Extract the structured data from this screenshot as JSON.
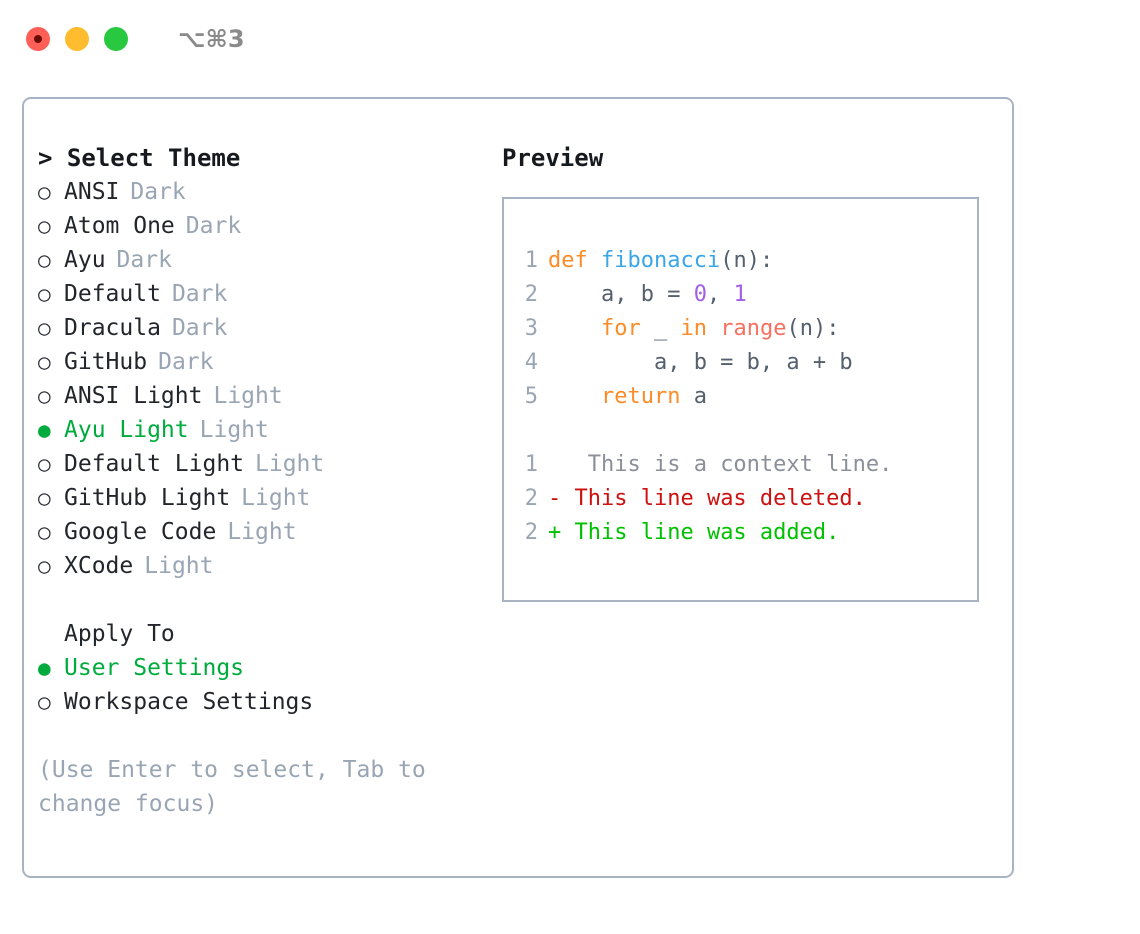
{
  "titlebar": {
    "shortcut": "⌥⌘3",
    "lights": [
      {
        "name": "close",
        "color": "#fe5f57"
      },
      {
        "name": "minimize",
        "color": "#febc2e"
      },
      {
        "name": "zoom",
        "color": "#28c840"
      }
    ]
  },
  "theme_panel": {
    "header": "> Select Theme",
    "selected_marker": "●",
    "unselected_marker": "○",
    "accent_color": "#00ab3d",
    "items": [
      {
        "marker": "○",
        "name": "ANSI",
        "kind": "Dark",
        "selected": false
      },
      {
        "marker": "○",
        "name": "Atom One",
        "kind": "Dark",
        "selected": false
      },
      {
        "marker": "○",
        "name": "Ayu",
        "kind": "Dark",
        "selected": false
      },
      {
        "marker": "○",
        "name": "Default",
        "kind": "Dark",
        "selected": false
      },
      {
        "marker": "○",
        "name": "Dracula",
        "kind": "Dark",
        "selected": false
      },
      {
        "marker": "○",
        "name": "GitHub",
        "kind": "Dark",
        "selected": false
      },
      {
        "marker": "○",
        "name": "ANSI Light",
        "kind": "Light",
        "selected": false
      },
      {
        "marker": "●",
        "name": "Ayu Light",
        "kind": "Light",
        "selected": true
      },
      {
        "marker": "○",
        "name": "Default Light",
        "kind": "Light",
        "selected": false
      },
      {
        "marker": "○",
        "name": "GitHub Light",
        "kind": "Light",
        "selected": false
      },
      {
        "marker": "○",
        "name": "Google Code",
        "kind": "Light",
        "selected": false
      },
      {
        "marker": "○",
        "name": "XCode",
        "kind": "Light",
        "selected": false
      }
    ]
  },
  "apply_to": {
    "title": "Apply To",
    "options": [
      {
        "marker": "●",
        "label": "User Settings",
        "selected": true
      },
      {
        "marker": "○",
        "label": "Workspace Settings",
        "selected": false
      }
    ]
  },
  "hint": "(Use Enter to select, Tab to change focus)",
  "preview": {
    "title": "Preview",
    "code_lines": [
      {
        "lineno": "1",
        "tokens": [
          {
            "text": "def ",
            "type": "kw"
          },
          {
            "text": "fibonacci",
            "type": "fn"
          },
          {
            "text": "(n):",
            "type": "punct"
          }
        ]
      },
      {
        "lineno": "2",
        "tokens": [
          {
            "text": "    a, b = ",
            "type": "plain"
          },
          {
            "text": "0",
            "type": "num"
          },
          {
            "text": ", ",
            "type": "plain"
          },
          {
            "text": "1",
            "type": "num"
          }
        ]
      },
      {
        "lineno": "3",
        "tokens": [
          {
            "text": "    ",
            "type": "plain"
          },
          {
            "text": "for",
            "type": "kw"
          },
          {
            "text": " _ ",
            "type": "plain"
          },
          {
            "text": "in",
            "type": "kw"
          },
          {
            "text": " ",
            "type": "plain"
          },
          {
            "text": "range",
            "type": "builtin"
          },
          {
            "text": "(n):",
            "type": "punct"
          }
        ]
      },
      {
        "lineno": "4",
        "tokens": [
          {
            "text": "        a, b = b, a + b",
            "type": "plain"
          }
        ]
      },
      {
        "lineno": "5",
        "tokens": [
          {
            "text": "    ",
            "type": "plain"
          },
          {
            "text": "return",
            "type": "kw"
          },
          {
            "text": " a",
            "type": "plain"
          }
        ]
      }
    ],
    "diff_lines": [
      {
        "lineno": "1",
        "sign": " ",
        "text": "  This is a context line.",
        "type": "context"
      },
      {
        "lineno": "2",
        "sign": "-",
        "text": " This line was deleted.",
        "type": "deleted"
      },
      {
        "lineno": "2",
        "sign": "+",
        "text": " This line was added.",
        "type": "added"
      }
    ]
  }
}
